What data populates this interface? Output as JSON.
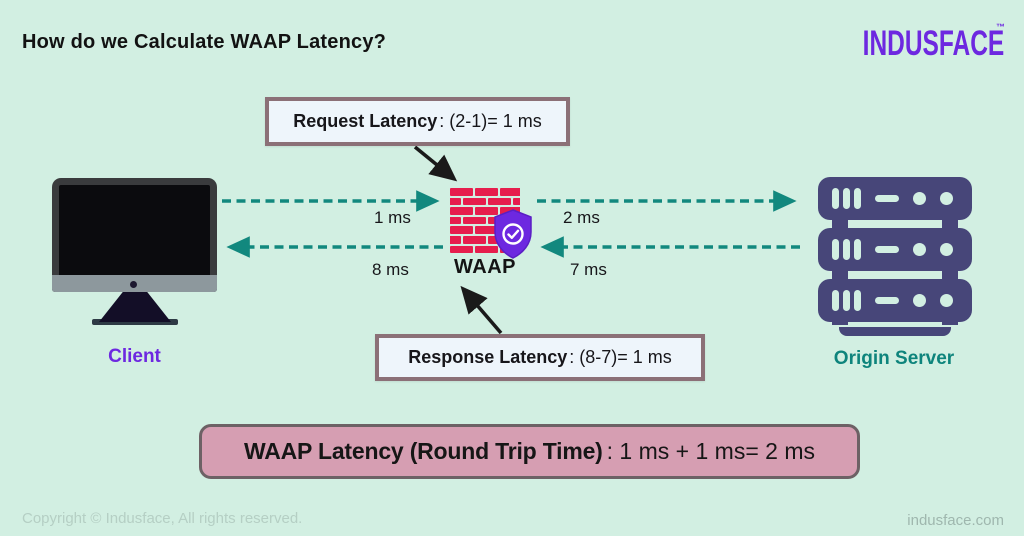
{
  "header": {
    "title": "How do we Calculate WAAP Latency?",
    "logo_text": "INDUSFACE",
    "trademark": "™"
  },
  "diagram": {
    "request_box": {
      "bold": "Request Latency",
      "rest": ": (2-1)= 1 ms"
    },
    "response_box": {
      "bold": "Response Latency",
      "rest": ": (8-7)= 1 ms"
    },
    "summary_box": {
      "bold": "WAAP Latency (Round Trip Time)",
      "rest": ": 1 ms + 1 ms= 2 ms"
    },
    "nodes": {
      "client": "Client",
      "waap": "WAAP",
      "origin": "Origin Server"
    },
    "latencies": {
      "client_to_waap": "1 ms",
      "waap_to_origin": "2 ms",
      "origin_to_waap": "7 ms",
      "waap_to_client": "8 ms"
    }
  },
  "colors": {
    "background": "#d2efe2",
    "brand_purple": "#6d28e0",
    "arrow_teal": "#12887e",
    "brick_red": "#e61e4d",
    "server_navy": "#474679",
    "origin_label_teal": "#0e847c",
    "client_label_purple": "#6d28e0",
    "info_box_bg": "#eef5fb",
    "info_box_border": "#8b7077",
    "summary_pink_bg": "#d69eb2",
    "summary_pink_border": "#6d6165"
  },
  "footer": {
    "copyright": "Copyright © Indusface, All rights reserved.",
    "website": "indusface.com"
  }
}
